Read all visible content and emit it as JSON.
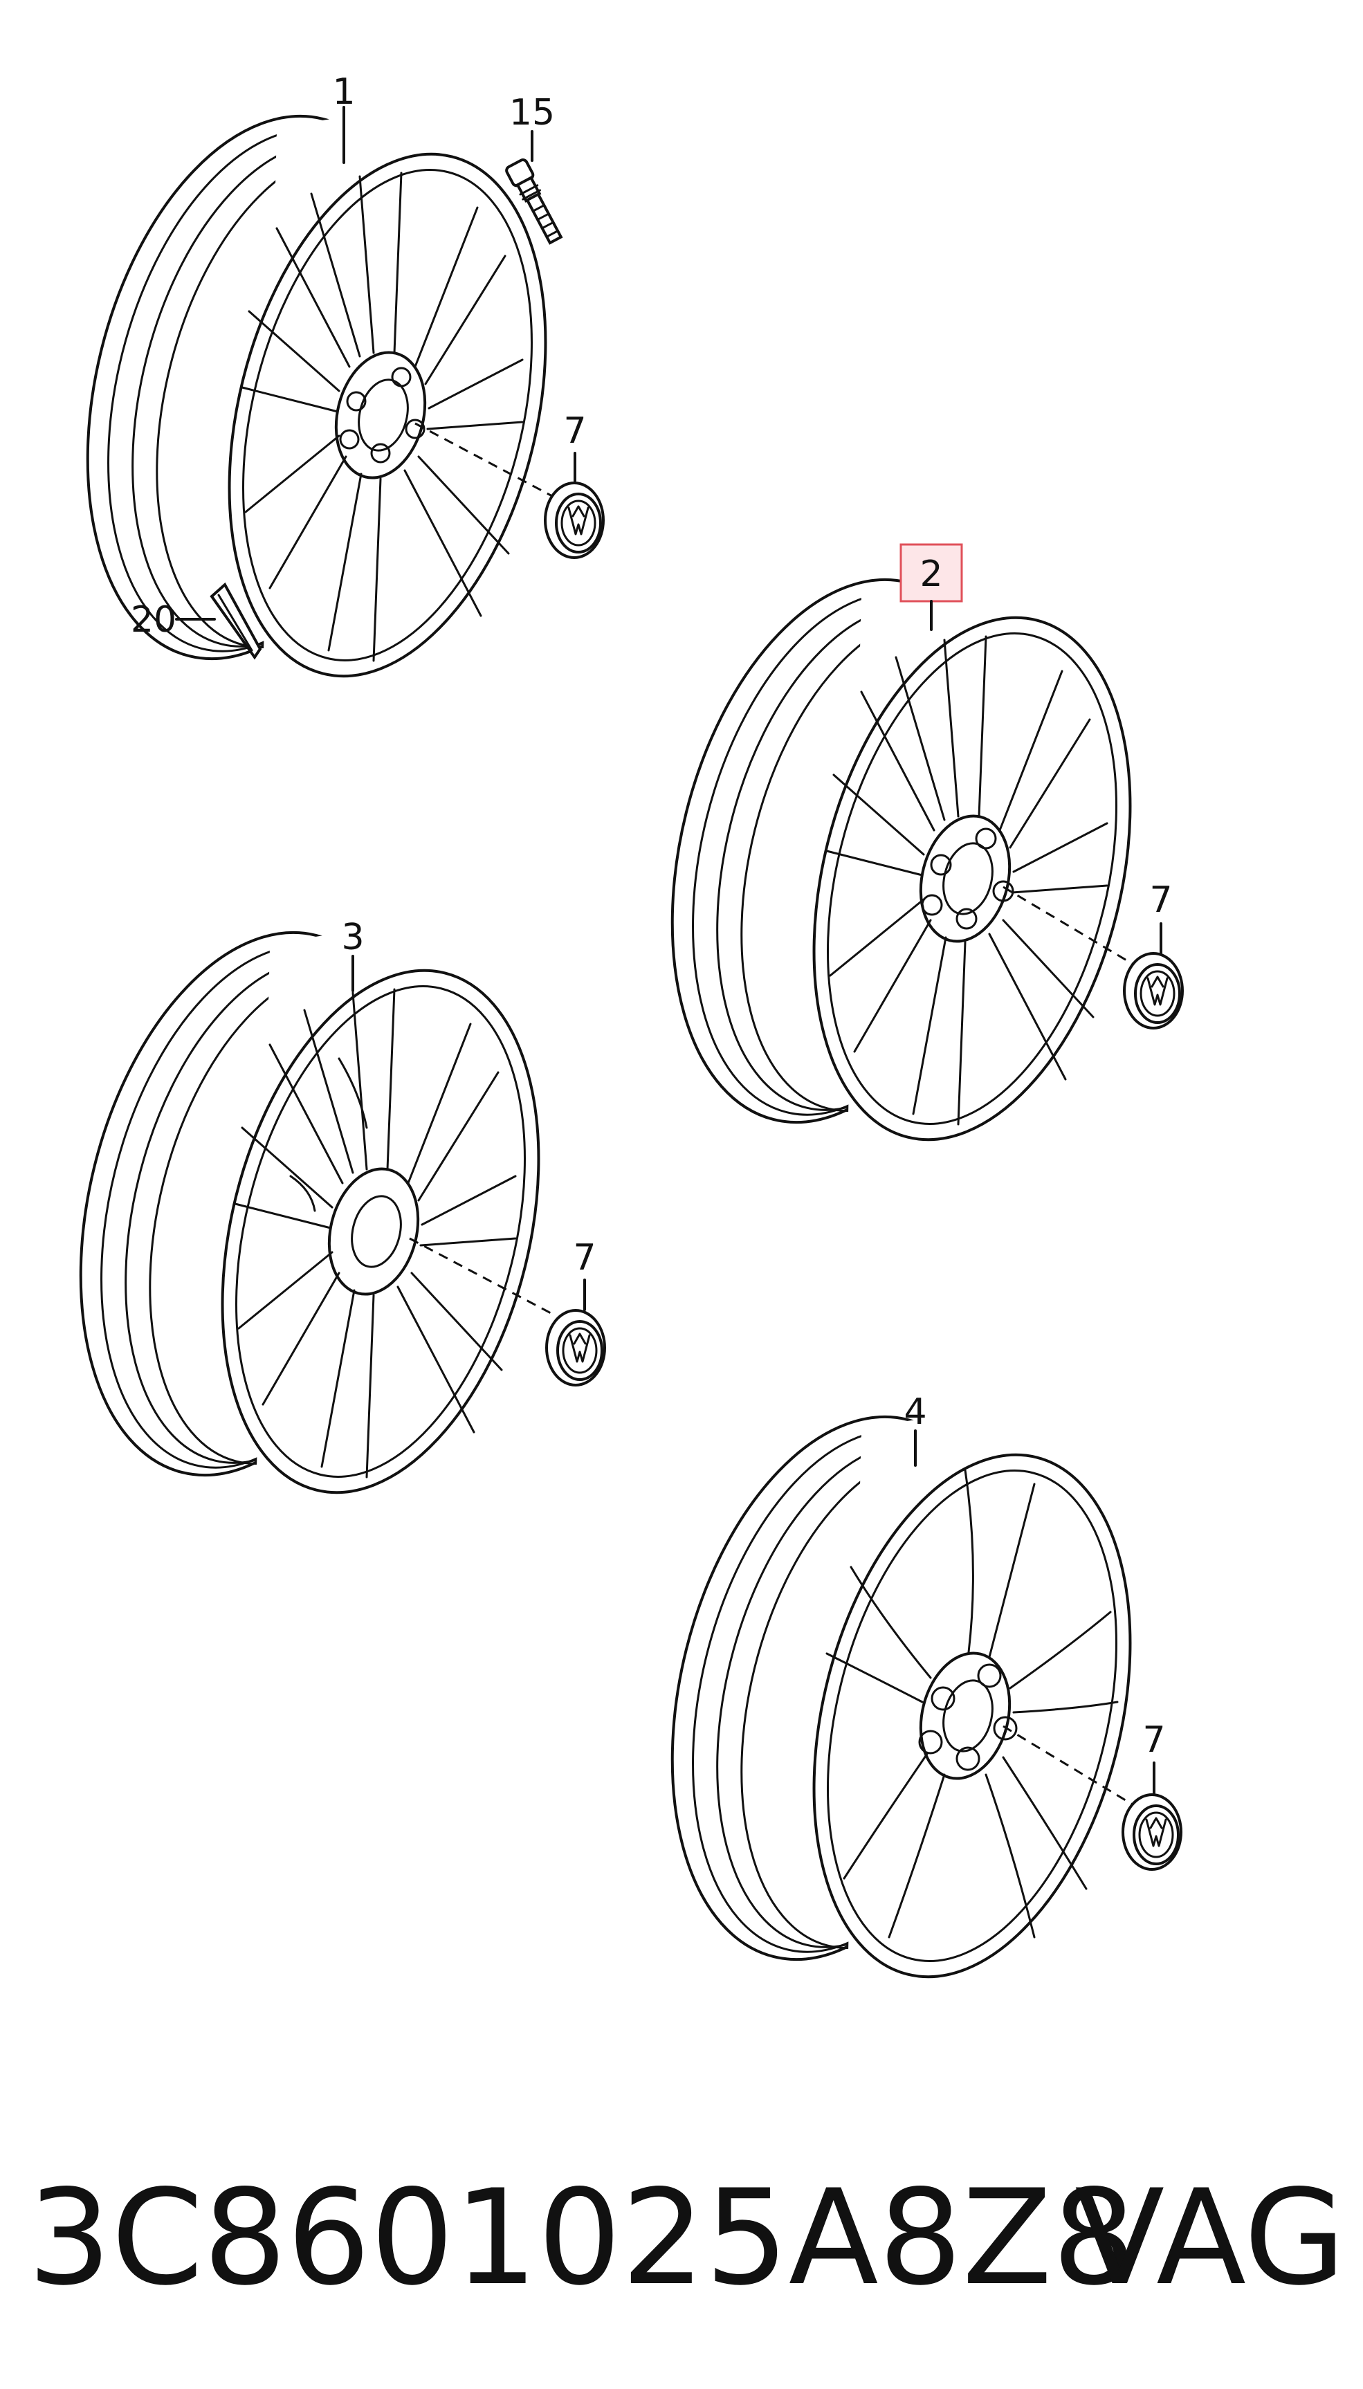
{
  "diagram": {
    "callouts": {
      "part_1": "1",
      "part_15": "15",
      "part_7_a": "7",
      "part_20": "20",
      "part_2": "2",
      "part_7_b": "7",
      "part_3": "3",
      "part_7_c": "7",
      "part_4": "4",
      "part_7_d": "7"
    },
    "highlight_color": "#e0505a",
    "highlight_fill": "#fde6e8"
  },
  "footer": {
    "part_number": "3C8601025A8Z8",
    "brand": "VAG"
  },
  "icons": {
    "wheels": [
      "alloy-wheel-1-icon",
      "alloy-wheel-2-icon",
      "alloy-wheel-3-icon",
      "alloy-wheel-4-icon"
    ],
    "hub_cap": "vw-hub-cap-icon",
    "valve": "tire-valve-icon",
    "clip": "balance-weight-clip-icon"
  }
}
